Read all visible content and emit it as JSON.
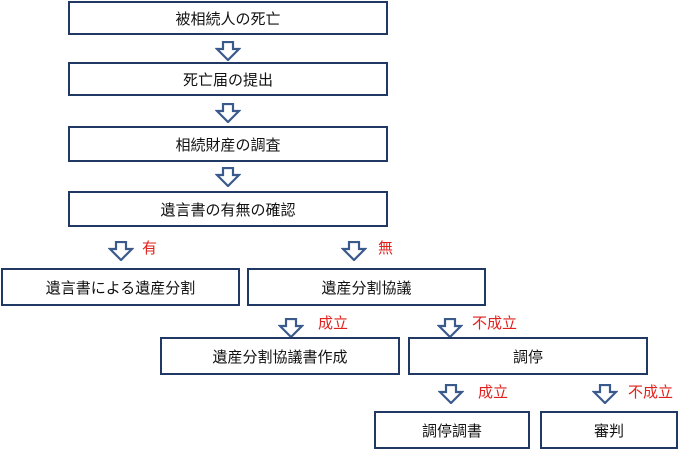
{
  "colors": {
    "box_border": "#1f3864",
    "arrow_stroke": "#3a5a8c",
    "branch_label": "#e0211d"
  },
  "steps": {
    "decedent_death": "被相続人の死亡",
    "death_notice": "死亡届の提出",
    "estate_survey": "相続財産の調査",
    "will_check": "遺言書の有無の確認",
    "will_division": "遺言書による遺産分割",
    "division_negotiation": "遺産分割協議",
    "division_agreement": "遺産分割協議書作成",
    "mediation": "調停",
    "mediation_record": "調停調書",
    "adjudication": "審判"
  },
  "branches": {
    "will_exists": "有",
    "will_absent": "無",
    "negotiation_success": "成立",
    "negotiation_failure": "不成立",
    "mediation_success": "成立",
    "mediation_failure": "不成立"
  }
}
